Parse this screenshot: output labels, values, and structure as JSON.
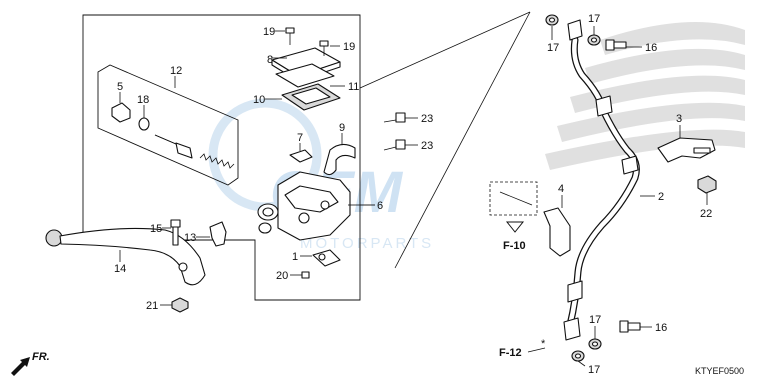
{
  "diagram": {
    "part_labels": {
      "p1": "1",
      "p2": "2",
      "p3": "3",
      "p4": "4",
      "p5": "5",
      "p6": "6",
      "p7": "7",
      "p8": "8",
      "p9": "9",
      "p10": "10",
      "p11": "11",
      "p12": "12",
      "p13": "13",
      "p14": "14",
      "p15": "15",
      "p16a": "16",
      "p16b": "16",
      "p17a": "17",
      "p17b": "17",
      "p17c": "17",
      "p17d": "17",
      "p18": "18",
      "p19a": "19",
      "p19b": "19",
      "p20": "20",
      "p21": "21",
      "p22": "22",
      "p23a": "23",
      "p23b": "23"
    },
    "references": {
      "f10": "F-10",
      "f12": "F-12",
      "front": "FR."
    },
    "diagram_code": "KTYEF0500",
    "watermark": {
      "logo_text": "OEM",
      "sub_text": "MOTORPARTS"
    }
  }
}
